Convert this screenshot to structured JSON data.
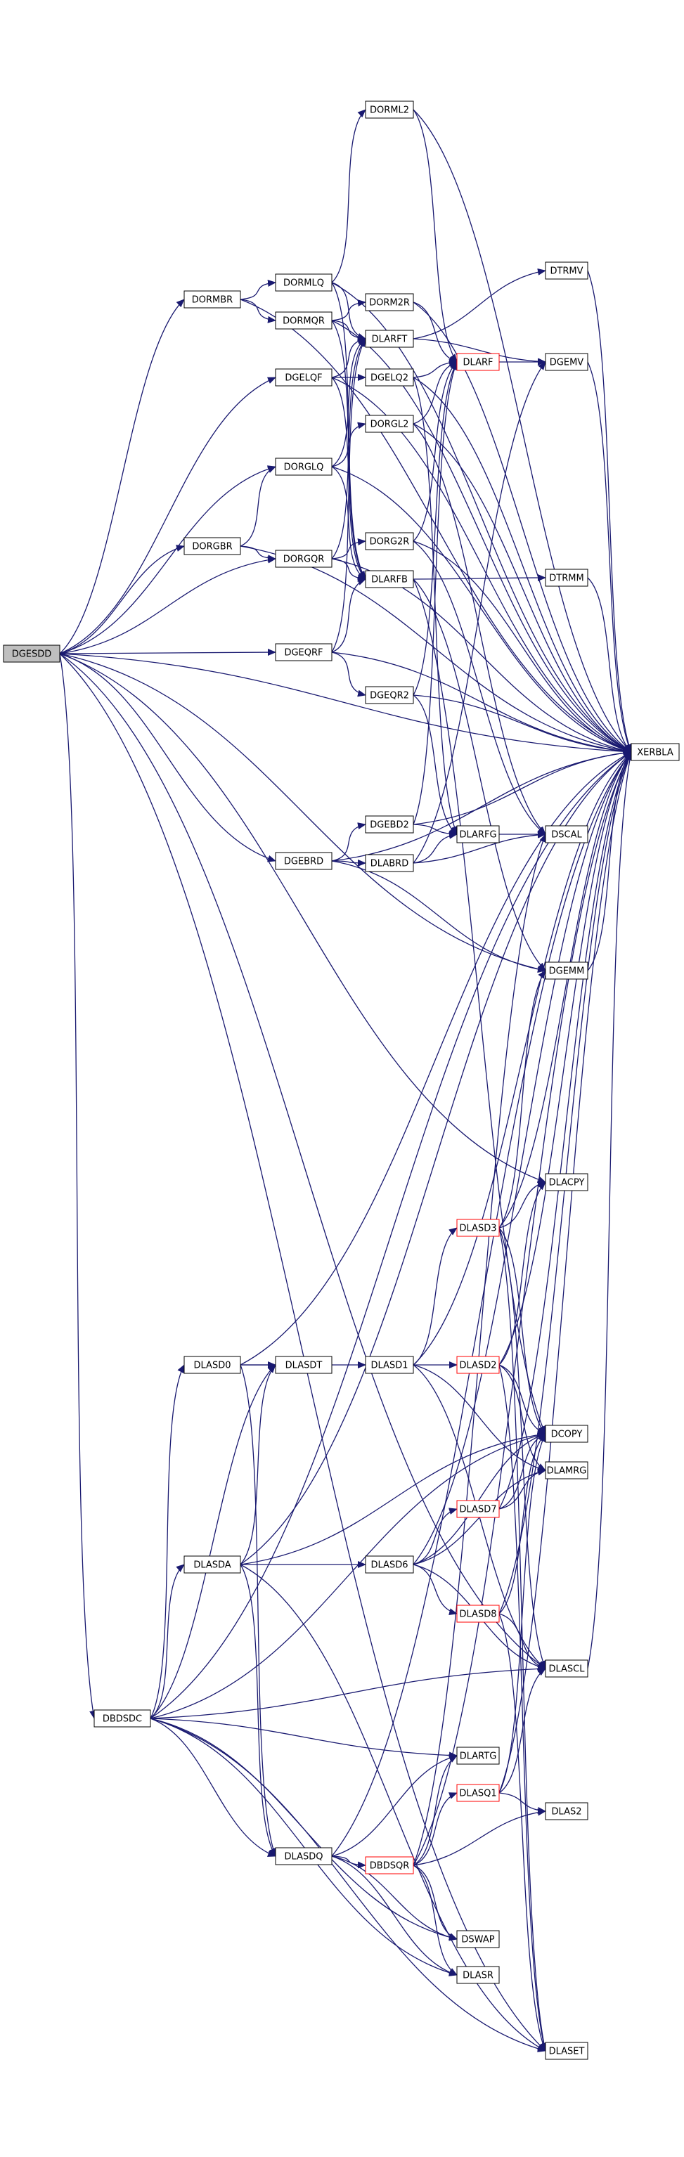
{
  "graph": {
    "edge_color": "#191970",
    "root_fill": "#bfbfbf",
    "highlight_border": "#ff0000",
    "nodes": [
      {
        "id": "DGESDD",
        "label": "DGESDD",
        "style": "root"
      },
      {
        "id": "DORMBR",
        "label": "DORMBR"
      },
      {
        "id": "DORML2",
        "label": "DORML2"
      },
      {
        "id": "DORMLQ",
        "label": "DORMLQ"
      },
      {
        "id": "DORMQR",
        "label": "DORMQR"
      },
      {
        "id": "DORM2R",
        "label": "DORM2R"
      },
      {
        "id": "DLARFT",
        "label": "DLARFT"
      },
      {
        "id": "DTRMV",
        "label": "DTRMV"
      },
      {
        "id": "DGELQF",
        "label": "DGELQF"
      },
      {
        "id": "DGELQ2",
        "label": "DGELQ2"
      },
      {
        "id": "DLARF",
        "label": "DLARF",
        "style": "red"
      },
      {
        "id": "DGEMV",
        "label": "DGEMV"
      },
      {
        "id": "DORGL2",
        "label": "DORGL2"
      },
      {
        "id": "DORGLQ",
        "label": "DORGLQ"
      },
      {
        "id": "DORGBR",
        "label": "DORGBR"
      },
      {
        "id": "DORG2R",
        "label": "DORG2R"
      },
      {
        "id": "DORGQR",
        "label": "DORGQR"
      },
      {
        "id": "DLARFB",
        "label": "DLARFB"
      },
      {
        "id": "DTRMM",
        "label": "DTRMM"
      },
      {
        "id": "DGEQRF",
        "label": "DGEQRF"
      },
      {
        "id": "DGEQR2",
        "label": "DGEQR2"
      },
      {
        "id": "XERBLA",
        "label": "XERBLA"
      },
      {
        "id": "DGEBD2",
        "label": "DGEBD2"
      },
      {
        "id": "DLARFG",
        "label": "DLARFG"
      },
      {
        "id": "DSCAL",
        "label": "DSCAL"
      },
      {
        "id": "DGEBRD",
        "label": "DGEBRD"
      },
      {
        "id": "DLABRD",
        "label": "DLABRD"
      },
      {
        "id": "DGEMM",
        "label": "DGEMM"
      },
      {
        "id": "DLACPY",
        "label": "DLACPY"
      },
      {
        "id": "DLASD3",
        "label": "DLASD3",
        "style": "red"
      },
      {
        "id": "DLASD0",
        "label": "DLASD0"
      },
      {
        "id": "DLASDT",
        "label": "DLASDT"
      },
      {
        "id": "DLASD1",
        "label": "DLASD1"
      },
      {
        "id": "DLASD2",
        "label": "DLASD2",
        "style": "red"
      },
      {
        "id": "DCOPY",
        "label": "DCOPY"
      },
      {
        "id": "DLAMRG",
        "label": "DLAMRG"
      },
      {
        "id": "DLASD7",
        "label": "DLASD7",
        "style": "red"
      },
      {
        "id": "DLASDA",
        "label": "DLASDA"
      },
      {
        "id": "DLASD6",
        "label": "DLASD6"
      },
      {
        "id": "DLASD8",
        "label": "DLASD8",
        "style": "red"
      },
      {
        "id": "DLASCL",
        "label": "DLASCL"
      },
      {
        "id": "DBDSDC",
        "label": "DBDSDC"
      },
      {
        "id": "DLARTG",
        "label": "DLARTG"
      },
      {
        "id": "DLASQ1",
        "label": "DLASQ1",
        "style": "red"
      },
      {
        "id": "DLASDQ",
        "label": "DLASDQ"
      },
      {
        "id": "DBDSQR",
        "label": "DBDSQR",
        "style": "red"
      },
      {
        "id": "DLAS2",
        "label": "DLAS2"
      },
      {
        "id": "DSWAP",
        "label": "DSWAP"
      },
      {
        "id": "DLASR",
        "label": "DLASR"
      },
      {
        "id": "DLASET",
        "label": "DLASET"
      }
    ],
    "edges": [
      [
        "DGESDD",
        "DORMBR"
      ],
      [
        "DGESDD",
        "DGELQF"
      ],
      [
        "DGESDD",
        "DORGLQ"
      ],
      [
        "DGESDD",
        "DORGBR"
      ],
      [
        "DGESDD",
        "DORGQR"
      ],
      [
        "DGESDD",
        "DGEQRF"
      ],
      [
        "DGESDD",
        "DGEBRD"
      ],
      [
        "DGESDD",
        "DGEMM"
      ],
      [
        "DGESDD",
        "DLACPY"
      ],
      [
        "DGESDD",
        "DBDSDC"
      ],
      [
        "DGESDD",
        "DLASCL"
      ],
      [
        "DGESDD",
        "DLASET"
      ],
      [
        "DGESDD",
        "XERBLA"
      ],
      [
        "DORMBR",
        "DORMLQ"
      ],
      [
        "DORMBR",
        "DORMQR"
      ],
      [
        "DORMBR",
        "XERBLA"
      ],
      [
        "DORMLQ",
        "DORML2"
      ],
      [
        "DORMLQ",
        "DLARFT"
      ],
      [
        "DORMLQ",
        "DLARFB"
      ],
      [
        "DORMLQ",
        "XERBLA"
      ],
      [
        "DORMQR",
        "DORM2R"
      ],
      [
        "DORMQR",
        "DLARFT"
      ],
      [
        "DORMQR",
        "DLARFB"
      ],
      [
        "DORMQR",
        "XERBLA"
      ],
      [
        "DORML2",
        "DLARF"
      ],
      [
        "DORML2",
        "XERBLA"
      ],
      [
        "DORM2R",
        "DLARF"
      ],
      [
        "DORM2R",
        "XERBLA"
      ],
      [
        "DLARFT",
        "DTRMV"
      ],
      [
        "DLARFT",
        "DGEMV"
      ],
      [
        "DTRMV",
        "XERBLA"
      ],
      [
        "DGEMV",
        "XERBLA"
      ],
      [
        "DLARF",
        "DGEMV"
      ],
      [
        "DGELQF",
        "DGELQ2"
      ],
      [
        "DGELQF",
        "DLARFT"
      ],
      [
        "DGELQF",
        "DLARFB"
      ],
      [
        "DGELQF",
        "XERBLA"
      ],
      [
        "DGELQ2",
        "DLARF"
      ],
      [
        "DGELQ2",
        "DLARFG"
      ],
      [
        "DGELQ2",
        "XERBLA"
      ],
      [
        "DORGLQ",
        "DORGL2"
      ],
      [
        "DORGLQ",
        "DLARFT"
      ],
      [
        "DORGLQ",
        "DLARFB"
      ],
      [
        "DORGLQ",
        "XERBLA"
      ],
      [
        "DORGL2",
        "DLARF"
      ],
      [
        "DORGL2",
        "DSCAL"
      ],
      [
        "DORGL2",
        "XERBLA"
      ],
      [
        "DORGBR",
        "DORGLQ"
      ],
      [
        "DORGBR",
        "DORGQR"
      ],
      [
        "DORGBR",
        "XERBLA"
      ],
      [
        "DORGQR",
        "DORG2R"
      ],
      [
        "DORGQR",
        "DLARFT"
      ],
      [
        "DORGQR",
        "DLARFB"
      ],
      [
        "DORGQR",
        "XERBLA"
      ],
      [
        "DORG2R",
        "DLARF"
      ],
      [
        "DORG2R",
        "DSCAL"
      ],
      [
        "DORG2R",
        "XERBLA"
      ],
      [
        "DLARFB",
        "DTRMM"
      ],
      [
        "DLARFB",
        "DGEMM"
      ],
      [
        "DLARFB",
        "DCOPY"
      ],
      [
        "DTRMM",
        "XERBLA"
      ],
      [
        "DGEQRF",
        "DGEQR2"
      ],
      [
        "DGEQRF",
        "DLARFT"
      ],
      [
        "DGEQRF",
        "DLARFB"
      ],
      [
        "DGEQRF",
        "XERBLA"
      ],
      [
        "DGEQR2",
        "DLARF"
      ],
      [
        "DGEQR2",
        "DLARFG"
      ],
      [
        "DGEQR2",
        "XERBLA"
      ],
      [
        "DGEBRD",
        "DGEBD2"
      ],
      [
        "DGEBRD",
        "DLABRD"
      ],
      [
        "DGEBRD",
        "DGEMM"
      ],
      [
        "DGEBRD",
        "XERBLA"
      ],
      [
        "DGEBD2",
        "DLARF"
      ],
      [
        "DGEBD2",
        "DLARFG"
      ],
      [
        "DGEBD2",
        "XERBLA"
      ],
      [
        "DLABRD",
        "DGEMV"
      ],
      [
        "DLABRD",
        "DLARFG"
      ],
      [
        "DLABRD",
        "DSCAL"
      ],
      [
        "DLARFG",
        "DSCAL"
      ],
      [
        "DGEMM",
        "XERBLA"
      ],
      [
        "DBDSDC",
        "DLASD0"
      ],
      [
        "DBDSDC",
        "DLASDA"
      ],
      [
        "DBDSDC",
        "DLASDQ"
      ],
      [
        "DBDSDC",
        "DLARTG"
      ],
      [
        "DBDSDC",
        "DLASCL"
      ],
      [
        "DBDSDC",
        "DCOPY"
      ],
      [
        "DBDSDC",
        "DLASR"
      ],
      [
        "DBDSDC",
        "DSWAP"
      ],
      [
        "DBDSDC",
        "DLASET"
      ],
      [
        "DBDSDC",
        "DLASDT"
      ],
      [
        "DBDSDC",
        "XERBLA"
      ],
      [
        "DLASD0",
        "DLASDT"
      ],
      [
        "DLASD0",
        "DLASD1"
      ],
      [
        "DLASD0",
        "DLASDQ"
      ],
      [
        "DLASD0",
        "XERBLA"
      ],
      [
        "DLASD1",
        "DLASD2"
      ],
      [
        "DLASD1",
        "DLASD3"
      ],
      [
        "DLASD1",
        "DLAMRG"
      ],
      [
        "DLASD1",
        "DLASCL"
      ],
      [
        "DLASD1",
        "XERBLA"
      ],
      [
        "DLASD2",
        "DCOPY"
      ],
      [
        "DLASD2",
        "DLACPY"
      ],
      [
        "DLASD2",
        "DLAMRG"
      ],
      [
        "DLASD2",
        "DLASET"
      ],
      [
        "DLASD2",
        "XERBLA"
      ],
      [
        "DLASD3",
        "DLACPY"
      ],
      [
        "DLASD3",
        "DGEMM"
      ],
      [
        "DLASD3",
        "DCOPY"
      ],
      [
        "DLASD3",
        "DLASCL"
      ],
      [
        "DLASD3",
        "DLASET"
      ],
      [
        "DLASD3",
        "XERBLA"
      ],
      [
        "DLASDA",
        "DLASDT"
      ],
      [
        "DLASDA",
        "DLASD6"
      ],
      [
        "DLASDA",
        "DLASDQ"
      ],
      [
        "DLASDA",
        "DCOPY"
      ],
      [
        "DLASDA",
        "DLASET"
      ],
      [
        "DLASDA",
        "XERBLA"
      ],
      [
        "DLASD6",
        "DLASD7"
      ],
      [
        "DLASD6",
        "DLASD8"
      ],
      [
        "DLASD6",
        "DCOPY"
      ],
      [
        "DLASD6",
        "DLAMRG"
      ],
      [
        "DLASD6",
        "DLASCL"
      ],
      [
        "DLASD6",
        "XERBLA"
      ],
      [
        "DLASD7",
        "DCOPY"
      ],
      [
        "DLASD7",
        "DLAMRG"
      ],
      [
        "DLASD7",
        "XERBLA"
      ],
      [
        "DLASD8",
        "DCOPY"
      ],
      [
        "DLASD8",
        "DLASCL"
      ],
      [
        "DLASD8",
        "DLASET"
      ],
      [
        "DLASD8",
        "XERBLA"
      ],
      [
        "DLASCL",
        "XERBLA"
      ],
      [
        "DLASDQ",
        "DBDSQR"
      ],
      [
        "DLASDQ",
        "DLARTG"
      ],
      [
        "DLASDQ",
        "DLASR"
      ],
      [
        "DLASDQ",
        "DSWAP"
      ],
      [
        "DLASDQ",
        "XERBLA"
      ],
      [
        "DBDSQR",
        "DLASQ1"
      ],
      [
        "DBDSQR",
        "DLARTG"
      ],
      [
        "DBDSQR",
        "DLAS2"
      ],
      [
        "DBDSQR",
        "DLASR"
      ],
      [
        "DBDSQR",
        "DSWAP"
      ],
      [
        "DBDSQR",
        "DSCAL"
      ],
      [
        "DBDSQR",
        "XERBLA"
      ],
      [
        "DLASQ1",
        "DLAS2"
      ],
      [
        "DLASQ1",
        "DLASCL"
      ],
      [
        "DLASQ1",
        "DCOPY"
      ],
      [
        "DLASQ1",
        "XERBLA"
      ]
    ]
  }
}
